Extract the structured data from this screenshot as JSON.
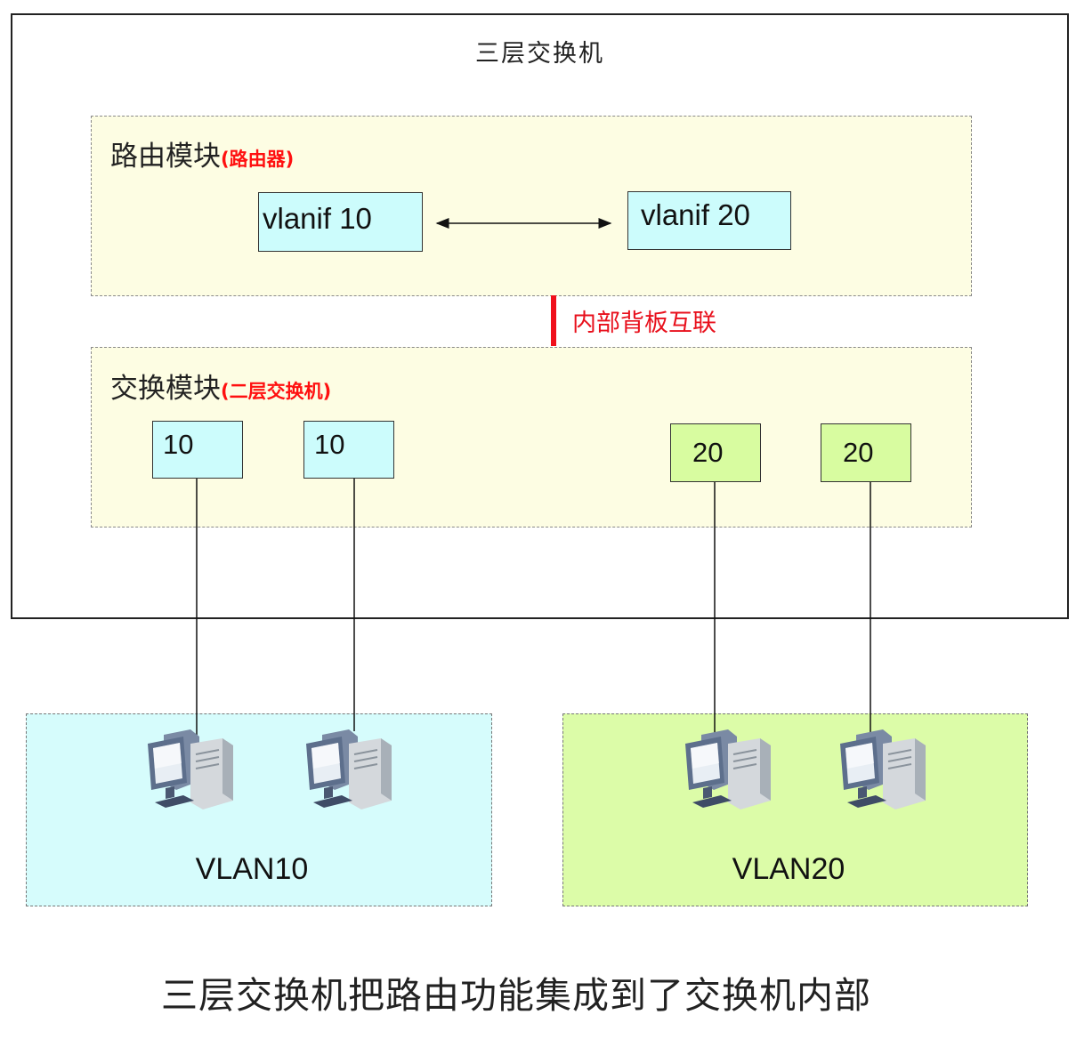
{
  "switch": {
    "title": "三层交换机"
  },
  "routing_module": {
    "title": "路由模块",
    "note": "(路由器)",
    "interfaces": [
      "vlanif 10",
      "vlanif 20"
    ]
  },
  "backplane": {
    "label": "内部背板互联"
  },
  "switching_module": {
    "title": "交换模块",
    "note": "(二层交换机)",
    "ports": [
      "10",
      "10",
      "20",
      "20"
    ]
  },
  "vlans": [
    {
      "label": "VLAN10",
      "color": "#d6fcfc"
    },
    {
      "label": "VLAN20",
      "color": "#dcfca8"
    }
  ],
  "caption": "三层交换机把路由功能集成到了交换机内部",
  "colors": {
    "highlight": "#ff1010",
    "vlan10_port": "#ccfcfc",
    "vlan20_port": "#d8fca0",
    "module_fill": "#fdfde3"
  },
  "icons": [
    "computer-icon"
  ]
}
